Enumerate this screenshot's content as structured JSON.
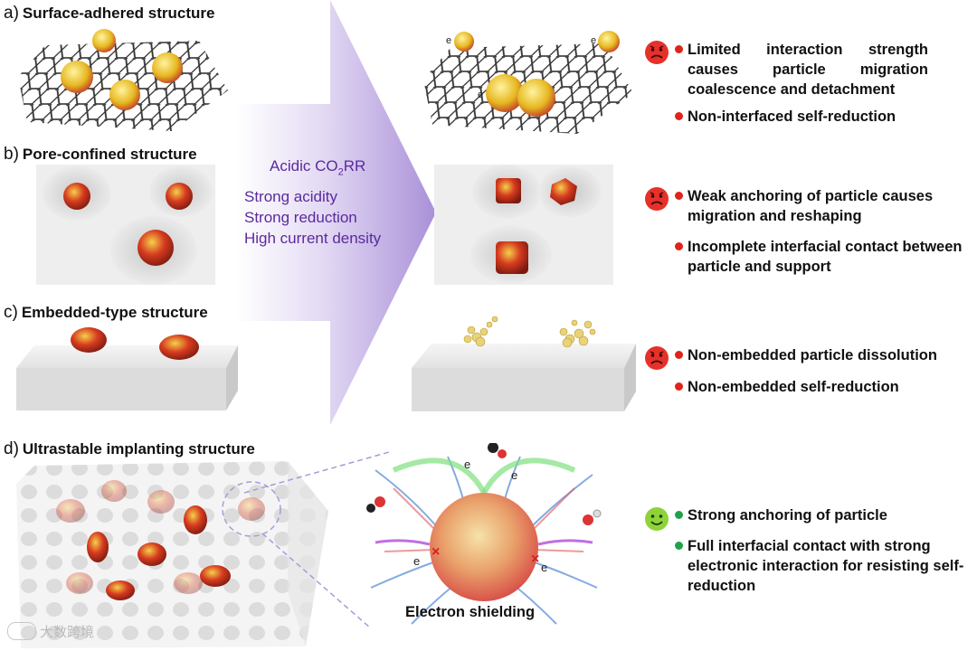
{
  "panels": {
    "a": {
      "letter": "a)",
      "title": "Surface-adhered structure"
    },
    "b": {
      "letter": "b)",
      "title": "Pore-confined structure"
    },
    "c": {
      "letter": "c)",
      "title": "Embedded-type structure"
    },
    "d": {
      "letter": "d)",
      "title": "Ultrastable implanting structure"
    }
  },
  "arrow": {
    "title_main": "Acidic CO",
    "title_sub": "2",
    "title_tail": "RR",
    "conditions": [
      "Strong acidity",
      "Strong reduction",
      "High current density"
    ]
  },
  "outcomes": {
    "a": {
      "face": "sad-face",
      "points": [
        "Limited interaction strength causes particle migration coalescence and detachment",
        "Non-interfaced self-reduction"
      ]
    },
    "b": {
      "face": "sad-face",
      "points": [
        "Weak anchoring of particle causes migration and reshaping",
        "Incomplete interfacial contact between particle and support"
      ]
    },
    "c": {
      "face": "sad-face",
      "points": [
        "Non-embedded particle dissolution",
        "Non-embedded self-reduction"
      ]
    },
    "d": {
      "face": "happy-face",
      "points": [
        "Strong anchoring of particle",
        "Full interfacial contact with strong electronic interaction for resisting self-reduction"
      ]
    }
  },
  "labels": {
    "electron": "e",
    "electron_shielding": "Electron shielding",
    "watermark": "大数跨境"
  },
  "colors": {
    "arrow_purple": "#b9a5e0",
    "text_purple": "#5a2a9e",
    "bad_dot": "#e0231b",
    "good_dot": "#1fa34a",
    "sad_face": "#e5312a",
    "happy_face": "#8fd33a"
  }
}
